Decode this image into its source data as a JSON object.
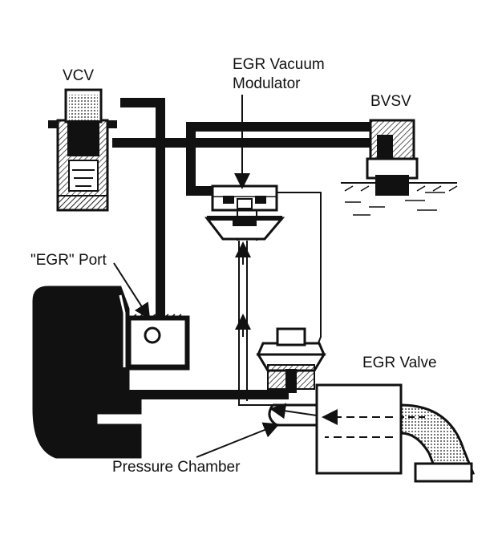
{
  "diagram": {
    "colors": {
      "ink": "#111111",
      "paper": "#ffffff"
    },
    "labels": {
      "vcv": "VCV",
      "modulator_line1": "EGR Vacuum",
      "modulator_line2": "Modulator",
      "bvsv": "BVSV",
      "egr_port": "\"EGR\" Port",
      "egr_valve": "EGR Valve",
      "pressure_chamber": "Pressure Chamber"
    },
    "components": [
      {
        "name": "VCV",
        "icon": "vacuum-control-valve-icon"
      },
      {
        "name": "BVSV",
        "icon": "bimetal-vacuum-switching-valve-icon"
      },
      {
        "name": "EGR Vacuum Modulator",
        "icon": "diaphragm-modulator-icon"
      },
      {
        "name": "EGR Valve",
        "icon": "egr-valve-icon"
      },
      {
        "name": "Throttle body with EGR port",
        "icon": "throttle-body-icon"
      },
      {
        "name": "Exhaust pipe",
        "icon": "exhaust-pipe-icon"
      }
    ]
  }
}
